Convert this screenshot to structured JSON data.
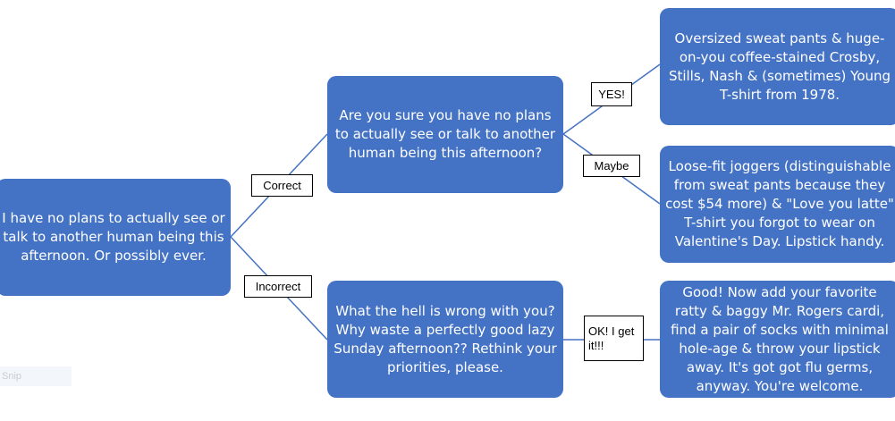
{
  "diagram": {
    "root": "I have no plans to actually see or talk to another human being this afternoon. Or possibly ever.",
    "branch_correct_label": "Correct",
    "branch_incorrect_label": "Incorrect",
    "question": "Are you sure you have no plans to actually see or talk to another human being this afternoon?",
    "rebuke": "What the hell is wrong with you? Why waste a perfectly good lazy Sunday afternoon?? Rethink your priorities, please.",
    "yes_label": "YES!",
    "maybe_label": "Maybe",
    "ok_label": "OK! I get it!!!",
    "outcome_yes": "Oversized sweat pants & huge-on-you coffee-stained Crosby, Stills, Nash & (sometimes) Young T-shirt from 1978.",
    "outcome_maybe": "Loose-fit joggers (distinguishable from sweat pants because they cost $54 more) & \"Love you latte\" T-shirt you forgot to wear on Valentine's Day. Lipstick handy.",
    "outcome_ok": "Good! Now add your favorite ratty & baggy Mr. Rogers cardi, find a pair of socks with minimal hole-age & throw your lipstick away. It's got got flu germs, anyway. You're welcome."
  },
  "overlay_text": "Snip",
  "colors": {
    "node_fill": "#4472c4",
    "connector": "#4472c4",
    "label_border": "#000000"
  }
}
